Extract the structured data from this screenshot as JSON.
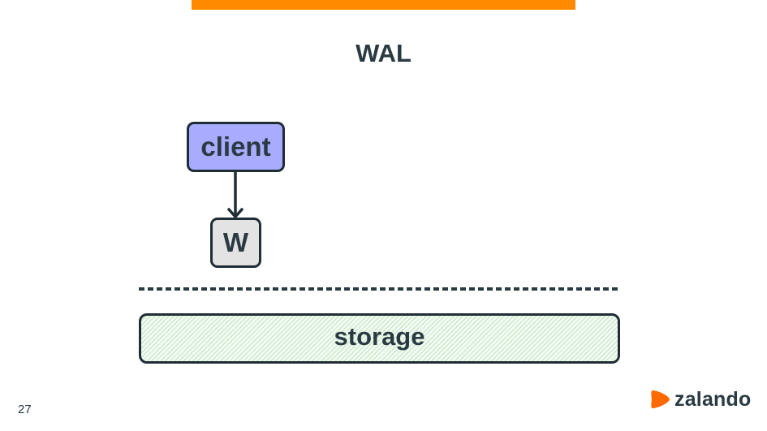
{
  "slide": {
    "title": "WAL",
    "page_number": "27",
    "accent_color": "#ff8a00"
  },
  "diagram": {
    "nodes": {
      "client": {
        "label": "client",
        "fill": "#a9abff"
      },
      "w": {
        "label": "W",
        "fill": "#e3e3e3"
      },
      "storage": {
        "label": "storage",
        "fill": "#f2fbf1"
      }
    },
    "edges": [
      {
        "from": "client",
        "to": "w"
      }
    ]
  },
  "logo": {
    "text": "zalando",
    "icon": "zalando-flag-icon",
    "icon_color": "#ff6900"
  }
}
